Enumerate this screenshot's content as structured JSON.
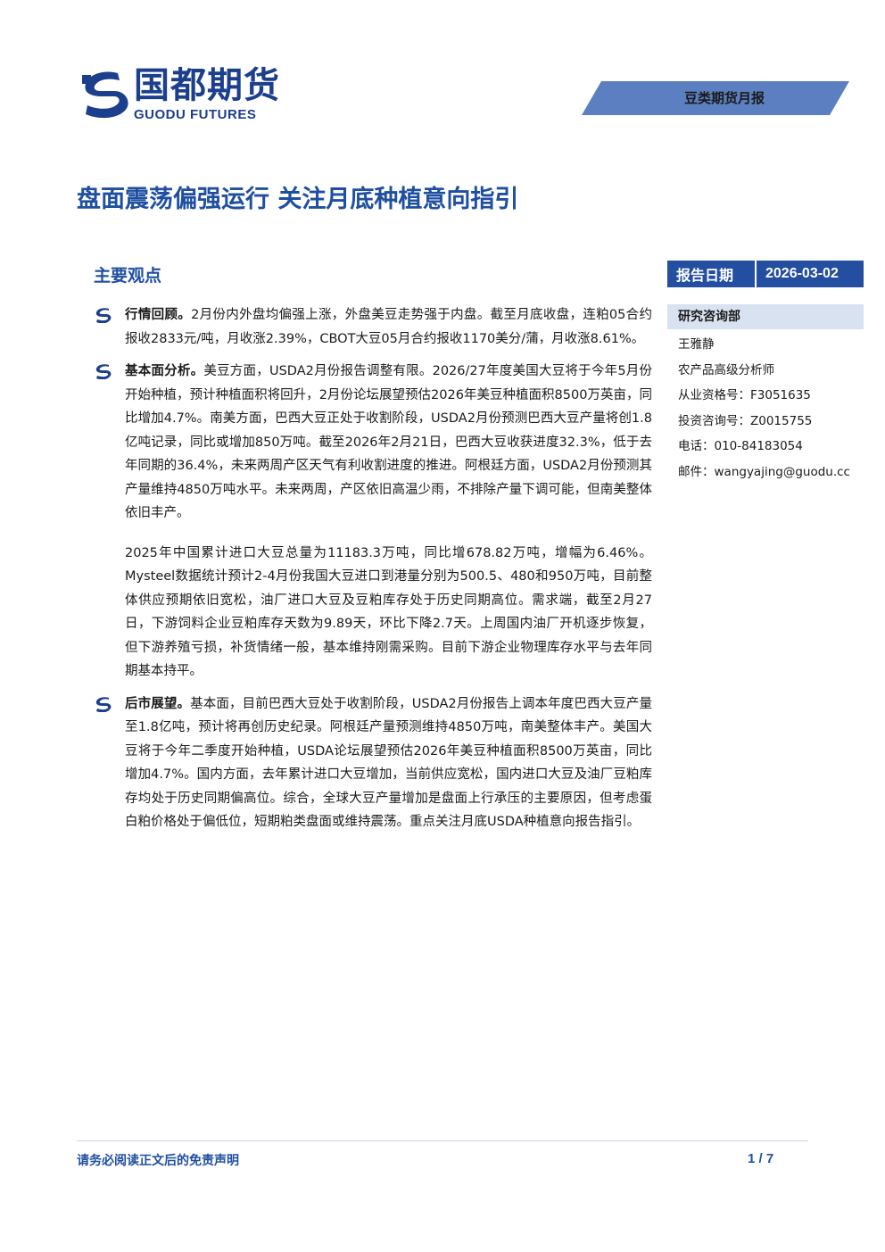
{
  "header": {
    "logo_cn": "国都期货",
    "logo_en": "GUODU FUTURES",
    "report_type": "豆类期货月报",
    "brand_color": "#1f4fa0"
  },
  "title": "盘面震荡偏强运行   关注月底种植意向指引",
  "section_heading": "主要观点",
  "report_date": {
    "label": "报告日期",
    "value": "2026-03-02"
  },
  "sidebar": {
    "department": "研究咨询部",
    "contacts": [
      "王雅静",
      "农产品高级分析师",
      "从业资格号：F3051635",
      "投资咨询号：Z0015755",
      "电话：010-84183054",
      "邮件：wangyajing@guodu.cc"
    ]
  },
  "body": {
    "p1_lead": "行情回顾。",
    "p1_text": "2月份内外盘均偏强上涨，外盘美豆走势强于内盘。截至月底收盘，连粕05合约报收2833元/吨，月收涨2.39%，CBOT大豆05月合约报收1170美分/蒲，月收涨8.61%。",
    "p2_lead": "基本面分析。",
    "p2_text": "美豆方面，USDA2月份报告调整有限。2026/27年度美国大豆将于今年5月份开始种植，预计种植面积将回升，2月份论坛展望预估2026年美豆种植面积8500万英亩，同比增加4.7%。南美方面，巴西大豆正处于收割阶段，USDA2月份预测巴西大豆产量将创1.8亿吨记录，同比或增加850万吨。截至2026年2月21日，巴西大豆收获进度32.3%，低于去年同期的36.4%，未来两周产区天气有利收割进度的推进。阿根廷方面，USDA2月份预测其产量维持4850万吨水平。未来两周，产区依旧高温少雨，不排除产量下调可能，但南美整体依旧丰产。",
    "p3_text": "2025年中国累计进口大豆总量为11183.3万吨，同比增678.82万吨，增幅为6.46%。Mysteel数据统计预计2-4月份我国大豆进口到港量分别为500.5、480和950万吨，目前整体供应预期依旧宽松，油厂进口大豆及豆粕库存处于历史同期高位。需求端，截至2月27日，下游饲料企业豆粕库存天数为9.89天，环比下降2.7天。上周国内油厂开机逐步恢复，但下游养殖亏损，补货情绪一般，基本维持刚需采购。目前下游企业物理库存水平与去年同期基本持平。",
    "p4_lead": "后市展望。",
    "p4_text": "基本面，目前巴西大豆处于收割阶段，USDA2月份报告上调本年度巴西大豆产量至1.8亿吨，预计将再创历史纪录。阿根廷产量预测维持4850万吨，南美整体丰产。美国大豆将于今年二季度开始种植，USDA论坛展望预估2026年美豆种植面积8500万英亩，同比增加4.7%。国内方面，去年累计进口大豆增加，当前供应宽松，国内进口大豆及油厂豆粕库存均处于历史同期偏高位。综合，全球大豆产量增加是盘面上行承压的主要原因，但考虑蛋白粕价格处于偏低位，短期粕类盘面或维持震荡。重点关注月底USDA种植意向报告指引。"
  },
  "footer": {
    "disclaimer": "请务必阅读正文后的免责声明",
    "page": "1 / 7"
  }
}
